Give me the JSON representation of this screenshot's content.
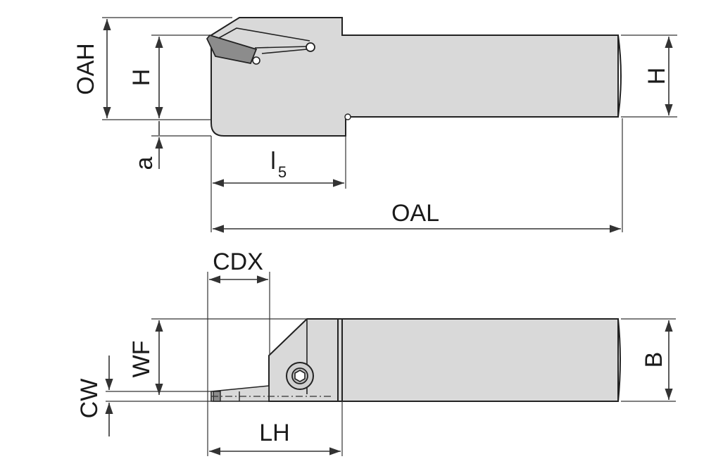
{
  "labels": {
    "oah": "OAH",
    "h_left": "H",
    "h_right": "H",
    "a": "a",
    "l": "l",
    "l_sub": "5",
    "oal": "OAL",
    "cdx": "CDX",
    "wf": "WF",
    "cw": "CW",
    "b": "B",
    "lh": "LH"
  },
  "colors": {
    "tool_body": "#d9d9d9",
    "outline": "#222222",
    "dimension_line": "#333333"
  }
}
